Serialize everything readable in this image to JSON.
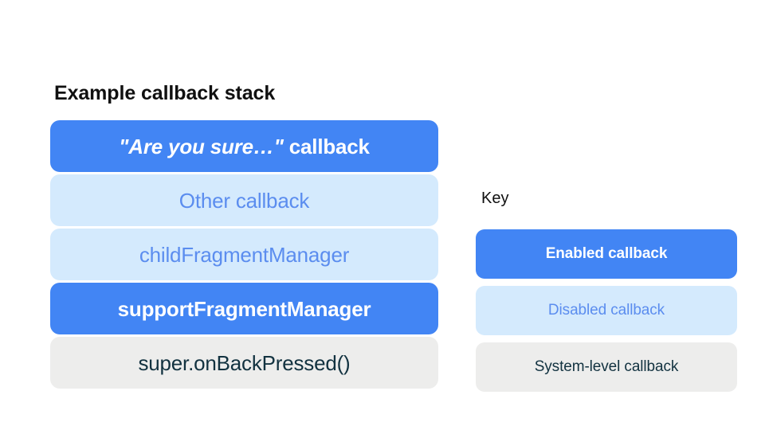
{
  "theme": {
    "background": "#ffffff",
    "enabled_fill": "#4285f4",
    "enabled_text": "#ffffff",
    "disabled_fill": "#d4eafd",
    "disabled_text": "#5b8def",
    "system_fill": "#ededec",
    "system_text": "#123240",
    "heading_text": "#101010"
  },
  "stack": {
    "title": "Example callback stack",
    "items": [
      {
        "label": "\"Are you sure…\" callback",
        "quoted": "\"Are you sure…\"",
        "suffix": " callback",
        "state": "enabled"
      },
      {
        "label": "Other callback",
        "state": "disabled"
      },
      {
        "label": "childFragmentManager",
        "state": "disabled"
      },
      {
        "label": "supportFragmentManager",
        "state": "enabled"
      },
      {
        "label": "super.onBackPressed()",
        "state": "system"
      }
    ]
  },
  "key": {
    "title": "Key",
    "items": [
      {
        "label": "Enabled callback",
        "state": "enabled"
      },
      {
        "label": "Disabled callback",
        "state": "disabled"
      },
      {
        "label": "System-level callback",
        "state": "system"
      }
    ]
  }
}
